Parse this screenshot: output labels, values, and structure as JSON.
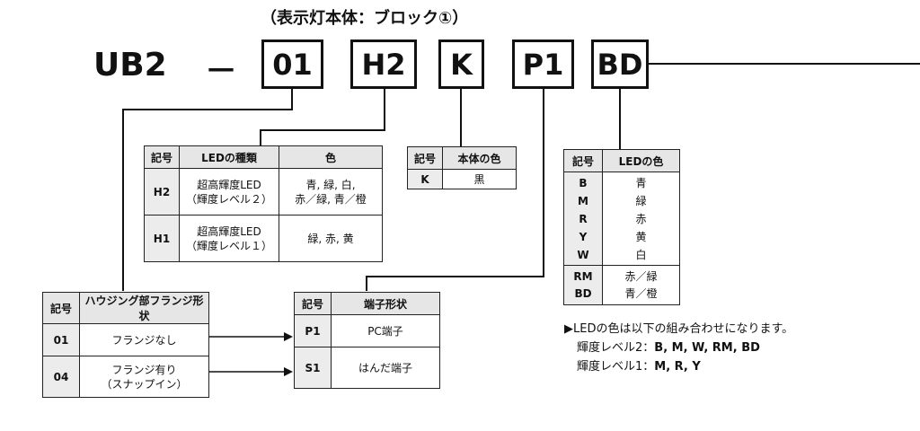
{
  "heading": "（表示灯本体：ブロック①）",
  "model": {
    "prefix": "UB2",
    "dash": "－",
    "codes": [
      "01",
      "H2",
      "K",
      "P1",
      "BD"
    ]
  },
  "led_type_table": {
    "headers": [
      "記号",
      "LEDの種類",
      "色"
    ],
    "rows": [
      {
        "code": "H2",
        "type": [
          "超高輝度LED",
          "（輝度レベル２）"
        ],
        "color": [
          "青, 緑, 白,",
          "赤／緑, 青／橙"
        ]
      },
      {
        "code": "H1",
        "type": [
          "超高輝度LED",
          "（輝度レベル１）"
        ],
        "color": [
          "緑, 赤, 黄"
        ]
      }
    ]
  },
  "body_color_table": {
    "headers": [
      "記号",
      "本体の色"
    ],
    "rows": [
      {
        "code": "K",
        "value": "黒"
      }
    ]
  },
  "led_color_table": {
    "headers": [
      "記号",
      "LEDの色"
    ],
    "group1": [
      {
        "code": "B",
        "value": "青"
      },
      {
        "code": "M",
        "value": "緑"
      },
      {
        "code": "R",
        "value": "赤"
      },
      {
        "code": "Y",
        "value": "黄"
      },
      {
        "code": "W",
        "value": "白"
      }
    ],
    "group2": [
      {
        "code": "RM",
        "value": "赤／緑"
      },
      {
        "code": "BD",
        "value": "青／橙"
      }
    ]
  },
  "housing_table": {
    "headers": [
      "記号",
      "ハウジング部フランジ形状"
    ],
    "rows": [
      {
        "code": "01",
        "value": [
          "フランジなし"
        ]
      },
      {
        "code": "04",
        "value": [
          "フランジ有り",
          "（スナップイン）"
        ]
      }
    ]
  },
  "terminal_table": {
    "headers": [
      "記号",
      "端子形状"
    ],
    "rows": [
      {
        "code": "P1",
        "value": "PC端子"
      },
      {
        "code": "S1",
        "value": "はんだ端子"
      }
    ]
  },
  "note": {
    "line1": "▶LEDの色は以下の組み合わせになります。",
    "line2_label": "輝度レベル2：",
    "line2_value": "B, M, W, RM, BD",
    "line3_label": "輝度レベル1：",
    "line3_value": "M, R, Y"
  }
}
